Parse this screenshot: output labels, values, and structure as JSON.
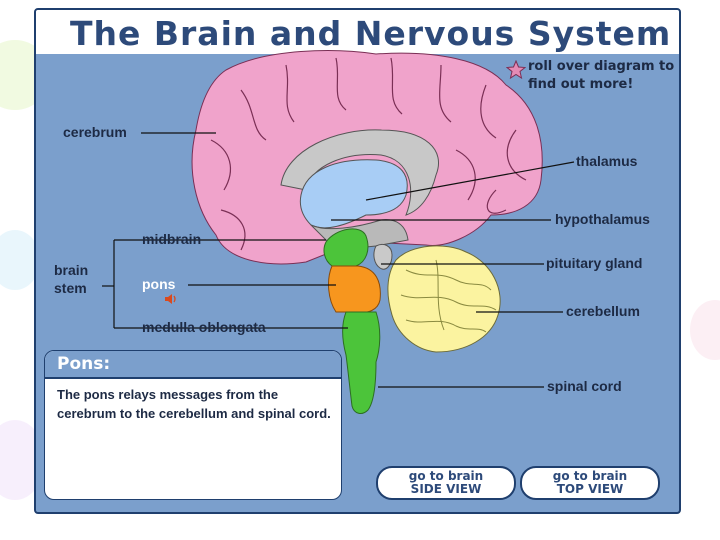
{
  "header": {
    "title": "The Brain and Nervous System"
  },
  "hint": {
    "text": "roll over diagram to find out more!",
    "icon": "star-icon"
  },
  "labels": {
    "cerebrum": "cerebrum",
    "thalamus": "thalamus",
    "hypothalamus": "hypothalamus",
    "midbrain": "midbrain",
    "brain_stem_1": "brain",
    "brain_stem_2": "stem",
    "pons": "pons",
    "pituitary": "pituitary gland",
    "cerebellum": "cerebellum",
    "medulla": "medulla oblongata",
    "spinal": "spinal cord"
  },
  "info": {
    "title": "Pons:",
    "text": "The pons relays messages from the cerebrum to the cerebellum and spinal cord."
  },
  "buttons": {
    "side_1": "go to brain",
    "side_2": "SIDE VIEW",
    "top_1": "go to brain",
    "top_2": "TOP VIEW"
  },
  "colors": {
    "cerebrum": "#f0a3cb",
    "ventricle": "#a8cdf5",
    "midbrain": "#4cc43a",
    "pons": "#f7961e",
    "medulla": "#4cc43a",
    "cerebellum": "#fbf3a0",
    "panel": "#7b9fcc"
  }
}
